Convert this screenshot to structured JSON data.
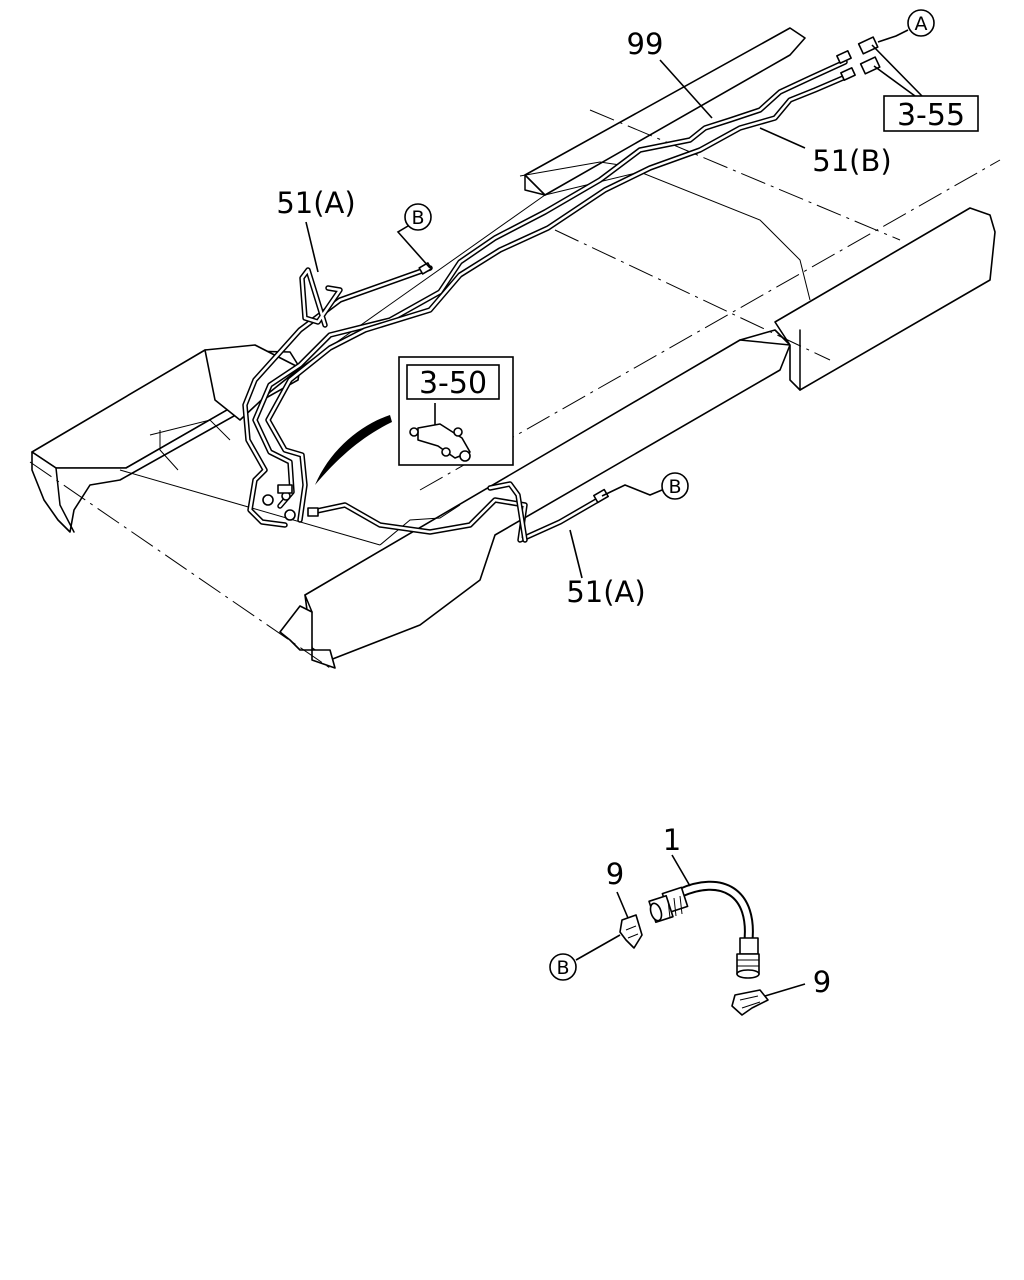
{
  "diagram": {
    "callouts": {
      "pipe_99": "99",
      "pipe_51b": "51(B)",
      "pipe_51a_upper": "51(A)",
      "pipe_51a_lower": "51(A)",
      "hose_1": "1",
      "clip_9_left": "9",
      "clip_9_right": "9"
    },
    "references": {
      "ref_3_55": "3-55",
      "ref_3_50": "3-50"
    },
    "circle_markers": {
      "a_top": "A",
      "b_upper": "B",
      "b_right": "B",
      "b_lower": "B"
    }
  }
}
